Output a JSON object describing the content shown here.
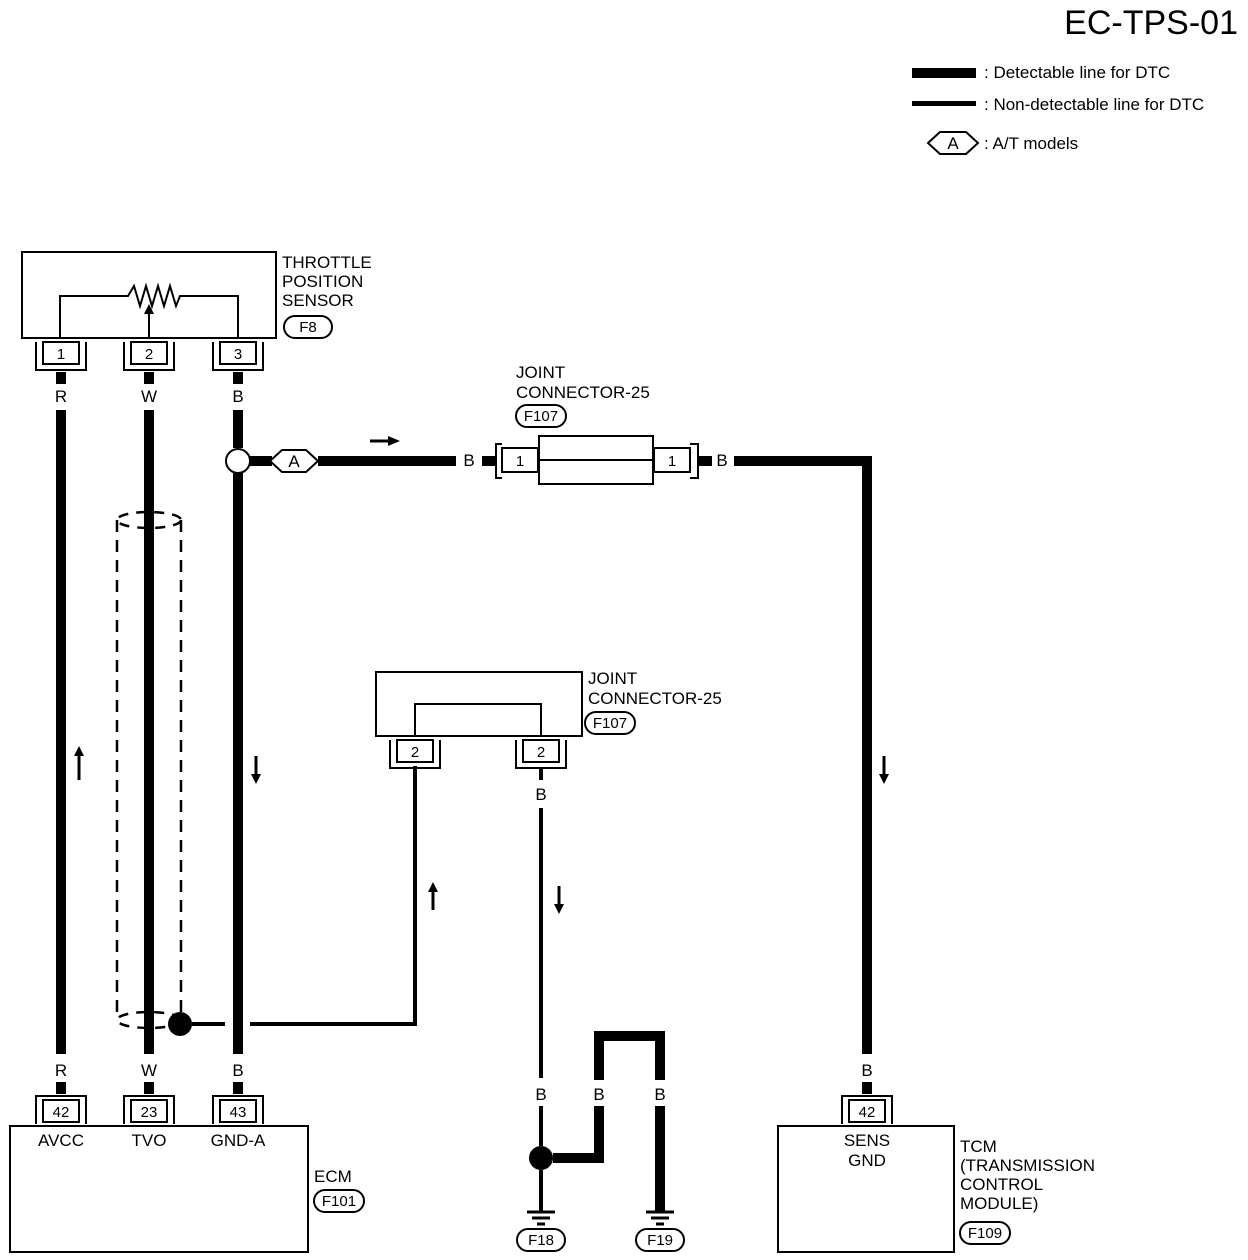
{
  "title": "EC-TPS-01",
  "legend": {
    "detectable": ": Detectable line for DTC",
    "non_detectable": ": Non-detectable line for DTC",
    "at_symbol": "A",
    "at_models": ": A/T models"
  },
  "tps": {
    "name_line1": "THROTTLE",
    "name_line2": "POSITION",
    "name_line3": "SENSOR",
    "code": "F8",
    "pins": [
      "1",
      "2",
      "3"
    ]
  },
  "joint_top": {
    "name_line1": "JOINT",
    "name_line2": "CONNECTOR-25",
    "code": "F107",
    "pin_left": "1",
    "pin_right": "1"
  },
  "joint_mid": {
    "name_line1": "JOINT",
    "name_line2": "CONNECTOR-25",
    "code": "F107",
    "pins": [
      "2",
      "2"
    ]
  },
  "wire_colors": {
    "r": "R",
    "w": "W",
    "b": "B"
  },
  "ecm": {
    "name": "ECM",
    "code": "F101",
    "pins": [
      "42",
      "23",
      "43"
    ],
    "terminals": [
      "AVCC",
      "TVO",
      "GND-A"
    ]
  },
  "tcm": {
    "name_line1": "TCM",
    "name_line2": "(TRANSMISSION",
    "name_line3": "CONTROL",
    "name_line4": "MODULE)",
    "code": "F109",
    "pin": "42",
    "terminal_line1": "SENS",
    "terminal_line2": "GND"
  },
  "grounds": [
    "F18",
    "F19"
  ]
}
